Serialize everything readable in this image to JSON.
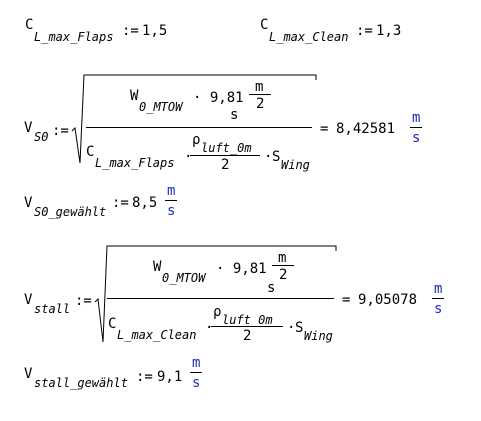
{
  "defs": {
    "flaps": {
      "sym": "C",
      "sub": "L_max_Flaps",
      "op": ":=",
      "value": "1,5"
    },
    "clean": {
      "sym": "C",
      "sub": "L_max_Clean",
      "op": ":=",
      "value": "1,3"
    }
  },
  "vs0": {
    "sym": "V",
    "sub": "S0",
    "op": ":=",
    "num_sym": "W",
    "num_sub": "0_MTOW",
    "num_mid": "· 9,81",
    "num_unit_top": "m",
    "num_unit_den": "2",
    "num_unit_bottom": "s",
    "den_c": "C",
    "den_c_sub": "L_max_Flaps",
    "den_dot1": "·",
    "rho": "ρ",
    "rho_sub": "luft_0m",
    "rho_den": "2",
    "den_dot2": "·",
    "den_s": "S",
    "den_s_sub": "Wing",
    "eq": "=",
    "result": "8,42581",
    "unit_top": "m",
    "unit_bottom": "s"
  },
  "vs0_chosen": {
    "sym": "V",
    "sub": "S0_gewählt",
    "op": ":=",
    "value": "8,5",
    "unit_top": "m",
    "unit_bottom": "s"
  },
  "vstall": {
    "sym": "V",
    "sub": "stall",
    "op": ":=",
    "num_sym": "W",
    "num_sub": "0_MTOW",
    "num_mid": "· 9,81",
    "num_unit_top": "m",
    "num_unit_den": "2",
    "num_unit_bottom": "s",
    "den_c": "C",
    "den_c_sub": "L_max_Clean",
    "den_dot1": "·",
    "rho": "ρ",
    "rho_sub": "luft_0m",
    "rho_den": "2",
    "den_dot2": "·",
    "den_s": "S",
    "den_s_sub": "Wing",
    "eq": "=",
    "result": "9,05078",
    "unit_top": "m",
    "unit_bottom": "s"
  },
  "vstall_chosen": {
    "sym": "V",
    "sub": "stall_gewählt",
    "op": ":=",
    "value": "9,1",
    "unit_top": "m",
    "unit_bottom": "s"
  }
}
